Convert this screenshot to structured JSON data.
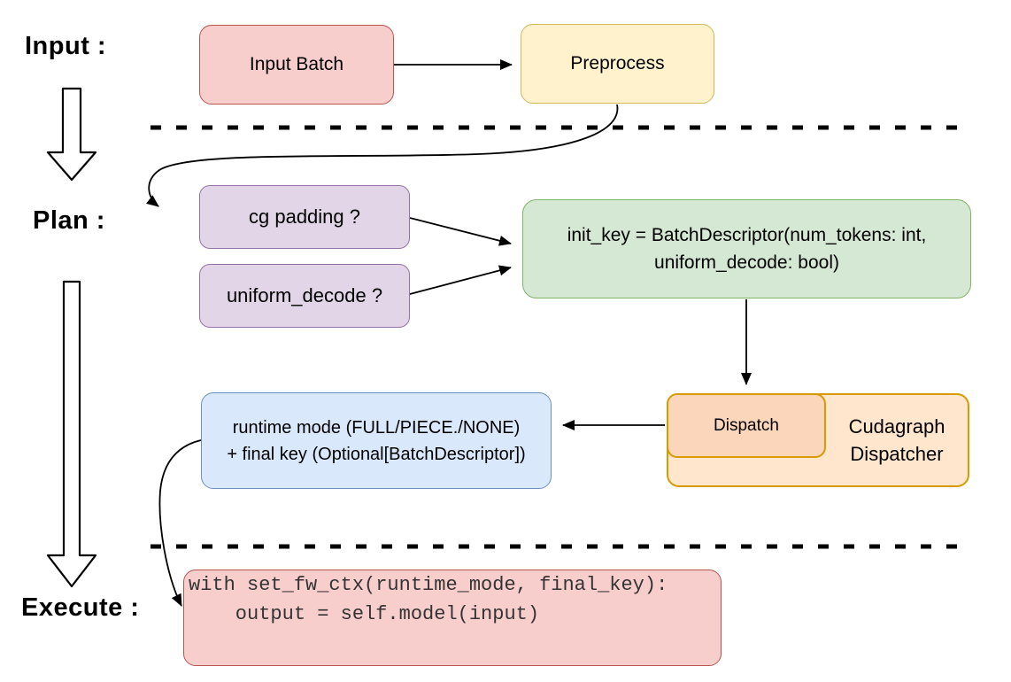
{
  "stage_labels": {
    "input": "Input :",
    "plan": "Plan :",
    "execute": "Execute :"
  },
  "nodes": {
    "input_batch": {
      "label": "Input Batch",
      "fill": "#f8cecc",
      "stroke": "#b85450"
    },
    "preprocess": {
      "label": "Preprocess",
      "fill": "#fff2cc",
      "stroke": "#d6b656"
    },
    "cg_padding": {
      "label": "cg padding ?",
      "fill": "#e1d5e7",
      "stroke": "#9673a6"
    },
    "uniform_decode": {
      "label": "uniform_decode ?",
      "fill": "#e1d5e7",
      "stroke": "#9673a6"
    },
    "init_key": {
      "line1": "init_key = BatchDescriptor(num_tokens: int,",
      "line2": "uniform_decode: bool)",
      "fill": "#d5e8d4",
      "stroke": "#82b366"
    },
    "dispatch": {
      "label": "Dispatch",
      "fill": "#fcd6ba",
      "stroke": "#d79b00"
    },
    "cudagraph_dispatcher": {
      "line1": "Cudagraph",
      "line2": "Dispatcher",
      "fill": "#ffe6cc",
      "stroke": "#d79b00"
    },
    "runtime_mode": {
      "line1": "runtime mode (FULL/PIECE./NONE)",
      "line2": "+ final key (Optional[BatchDescriptor])",
      "fill": "#dae8fc",
      "stroke": "#6c8ebf"
    },
    "execute_code": {
      "line1": "with set_fw_ctx(runtime_mode, final_key):",
      "line2": "    output = self.model(input)",
      "fill": "#f8cecc",
      "stroke": "#b85450"
    }
  },
  "line_color": "#000000"
}
